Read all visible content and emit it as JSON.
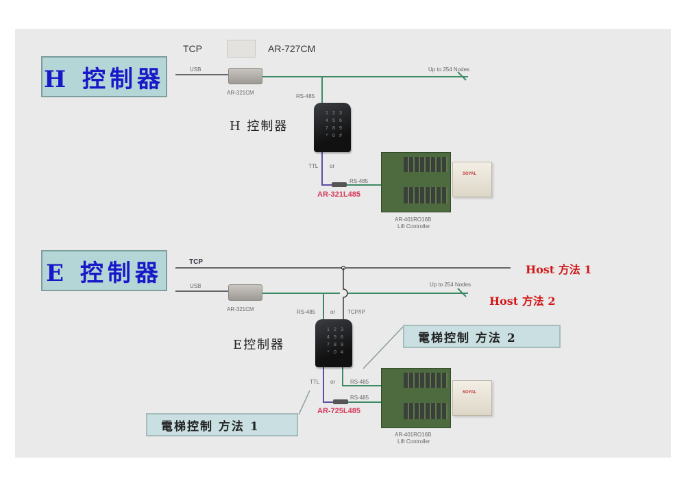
{
  "colors": {
    "slide_bg": "#ebeaea",
    "title_box_bg": "#b4d6d6",
    "title_text": "#1818c8",
    "callout_bg": "#c9dfe1",
    "rs485_line": "#3c8a64",
    "ttl_line": "#5a4e9e",
    "tcp_line": "#3a3a3a",
    "model_red": "#d23a5a",
    "host_red": "#d01818"
  },
  "section_h": {
    "title": "H 控制器",
    "tcp_label": "TCP",
    "tcp_module": "AR-727CM",
    "usb_label": "USB",
    "usb_converter": "AR-321CM",
    "bus_note": "Up to 254 Nodes",
    "rs485_label": "RS-485",
    "controller_label": "H 控制器",
    "ttl_label": "TTL",
    "or_label": "or",
    "adapter_model": "AR-321L485",
    "adapter_rs485_label": "RS-485",
    "lift_model": "AR-401RO16B",
    "lift_desc": "Lift Controller",
    "cabinet_brand": "SOYAL",
    "keypad": [
      "1",
      "2",
      "3",
      "4",
      "5",
      "6",
      "7",
      "8",
      "9",
      "*",
      "0",
      "#"
    ]
  },
  "section_e": {
    "title": "E 控制器",
    "tcp_label": "TCP",
    "usb_label": "USB",
    "usb_converter": "AR-321CM",
    "bus_note": "Up to 254 Nodes",
    "rs485_label": "RS-485",
    "or_label_top": "or",
    "tcpip_label": "TCP/IP",
    "controller_label": "E控制器",
    "ttl_label": "TTL",
    "or_label_bottom": "or",
    "direct_rs485_label": "RS-485",
    "adapter_rs485_label": "RS-485",
    "adapter_model": "AR-725L485",
    "lift_model": "AR-401RO16B",
    "lift_desc": "Lift Controller",
    "cabinet_brand": "SOYAL",
    "host_method_1": "Host 方法 1",
    "host_method_2": "Host 方法 2",
    "elevator_method_2": "電梯控制 方法 2",
    "elevator_method_1": "電梯控制 方法 1",
    "keypad": [
      "1",
      "2",
      "3",
      "4",
      "5",
      "6",
      "7",
      "8",
      "9",
      "*",
      "0",
      "#"
    ]
  }
}
